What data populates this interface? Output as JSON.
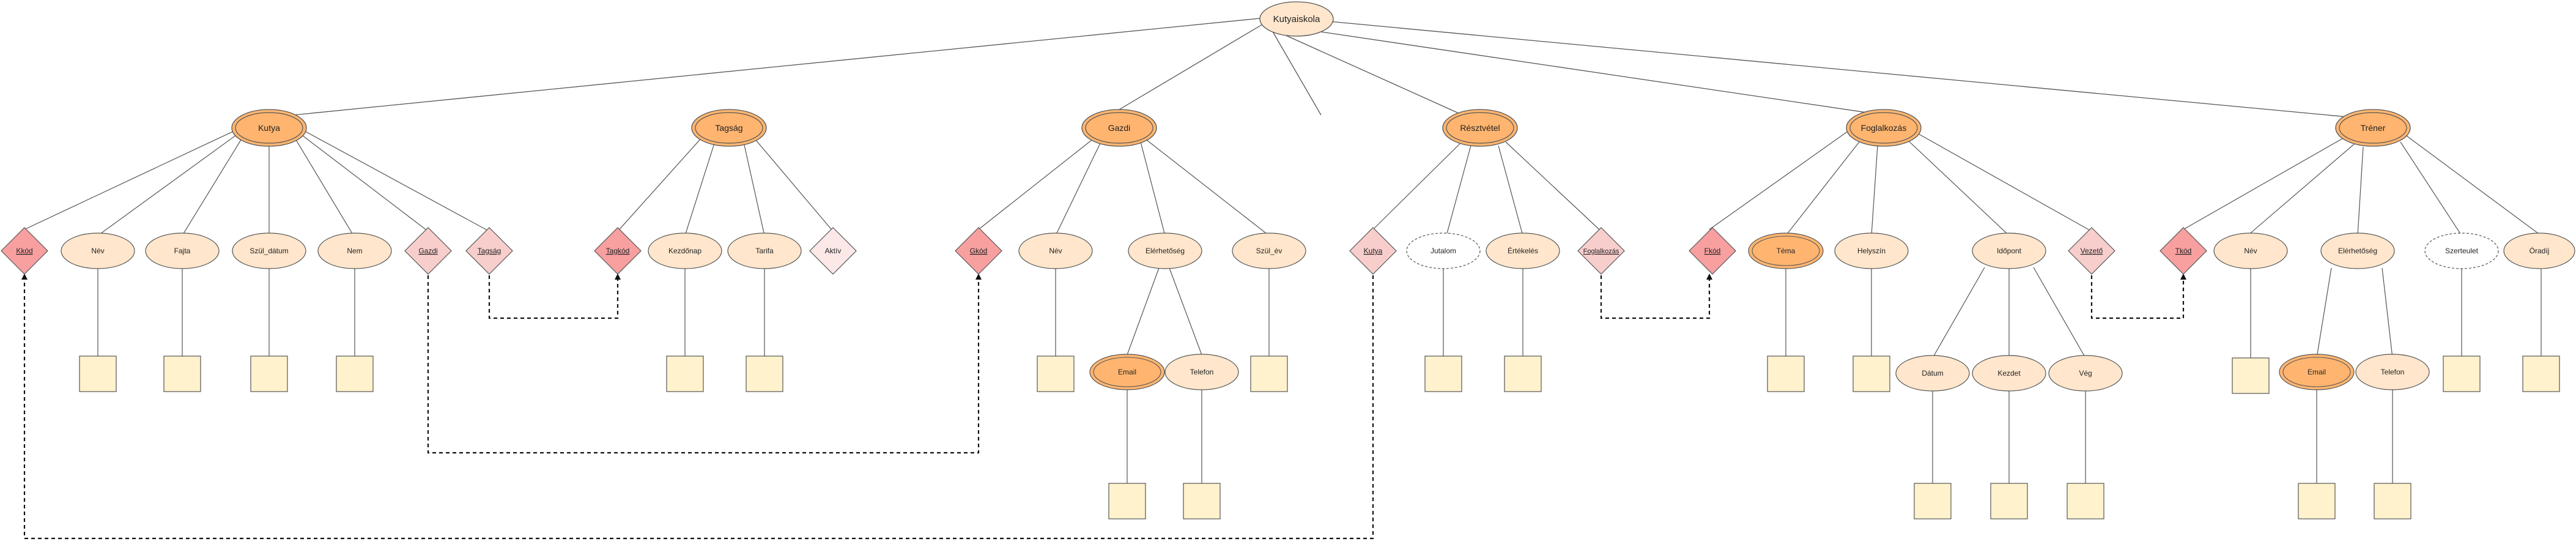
{
  "root": {
    "label": "Kutyaiskola",
    "color": "#ffe6cc"
  },
  "colors": {
    "entity": "#ffb570",
    "attribute": "#ffe6cc",
    "key_relation": "#f8a0a0",
    "link_relation": "#f8cecc",
    "domain_box": "#fff2cc",
    "line": "#555555"
  },
  "entities": [
    {
      "label": "Kutya"
    },
    {
      "label": "Tagság"
    },
    {
      "label": "Gazdi"
    },
    {
      "label": "Résztvétel"
    },
    {
      "label": "Foglalkozás"
    },
    {
      "label": "Tréner"
    }
  ],
  "attributes": {
    "kutya": [
      {
        "label": "Kkód",
        "kind": "key"
      },
      {
        "label": "Név"
      },
      {
        "label": "Fajta"
      },
      {
        "label": "Szül_dátum"
      },
      {
        "label": "Nem"
      },
      {
        "label": "Gazdi",
        "kind": "link"
      },
      {
        "label": "Tagság",
        "kind": "link"
      }
    ],
    "tagsag": [
      {
        "label": "Tagkód",
        "kind": "key"
      },
      {
        "label": "Kezdőnap"
      },
      {
        "label": "Tarifa"
      },
      {
        "label": "Aktív",
        "kind": "flag"
      }
    ],
    "gazdi": [
      {
        "label": "Gkód",
        "kind": "key"
      },
      {
        "label": "Név"
      },
      {
        "label": "Elérhetőség"
      },
      {
        "label": "Szül_év"
      }
    ],
    "gazdi_contact": [
      {
        "label": "Email",
        "kind": "multi"
      },
      {
        "label": "Telefon"
      }
    ],
    "resztvetel": [
      {
        "label": "Kutya",
        "kind": "link"
      },
      {
        "label": "Jutalom",
        "kind": "derived"
      },
      {
        "label": "Értékelés"
      },
      {
        "label": "Foglalkozás",
        "kind": "link"
      }
    ],
    "foglalkozas": [
      {
        "label": "Fkód",
        "kind": "key"
      },
      {
        "label": "Téma",
        "kind": "multi"
      },
      {
        "label": "Helyszín"
      },
      {
        "label": "Időpont"
      },
      {
        "label": "Vezető",
        "kind": "link"
      }
    ],
    "idopont": [
      {
        "label": "Dátum"
      },
      {
        "label": "Kezdet"
      },
      {
        "label": "Vég"
      }
    ],
    "trener": [
      {
        "label": "Tkód",
        "kind": "key"
      },
      {
        "label": "Név"
      },
      {
        "label": "Elérhetőség"
      },
      {
        "label": "Szerteulet",
        "kind": "derived"
      },
      {
        "label": "Óradíj"
      }
    ],
    "trener_contact": [
      {
        "label": "Email",
        "kind": "multi"
      },
      {
        "label": "Telefon"
      }
    ]
  }
}
